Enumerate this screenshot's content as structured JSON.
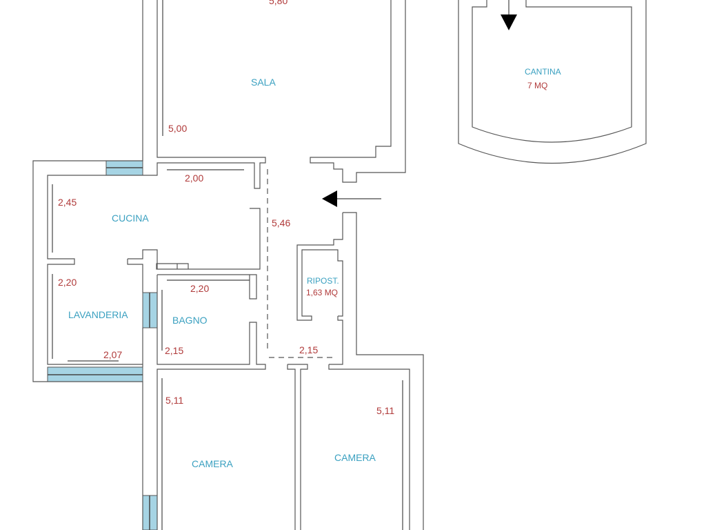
{
  "rooms": {
    "sala": {
      "label": "SALA",
      "width": "5,80",
      "length": "5,00"
    },
    "cucina": {
      "label": "CUCINA",
      "width": "2,00",
      "length": "2,45"
    },
    "lavanderia": {
      "label": "LAVANDERIA",
      "width": "2,07",
      "length": "2,20"
    },
    "bagno": {
      "label": "BAGNO",
      "width": "2,20",
      "length": "2,15"
    },
    "corridoio": {
      "length": "5,46",
      "width": "2,15"
    },
    "ripostiglio": {
      "label": "RIPOST.",
      "area": "1,63 MQ"
    },
    "camera1": {
      "label": "CAMERA",
      "length": "5,11"
    },
    "camera2": {
      "label": "CAMERA",
      "length": "5,11"
    },
    "cantina": {
      "label": "CANTINA",
      "area": "7 MQ"
    }
  },
  "colors": {
    "room_label": "#3aa0c0",
    "measure": "#b03a3a",
    "window": "#a6d4e4"
  }
}
